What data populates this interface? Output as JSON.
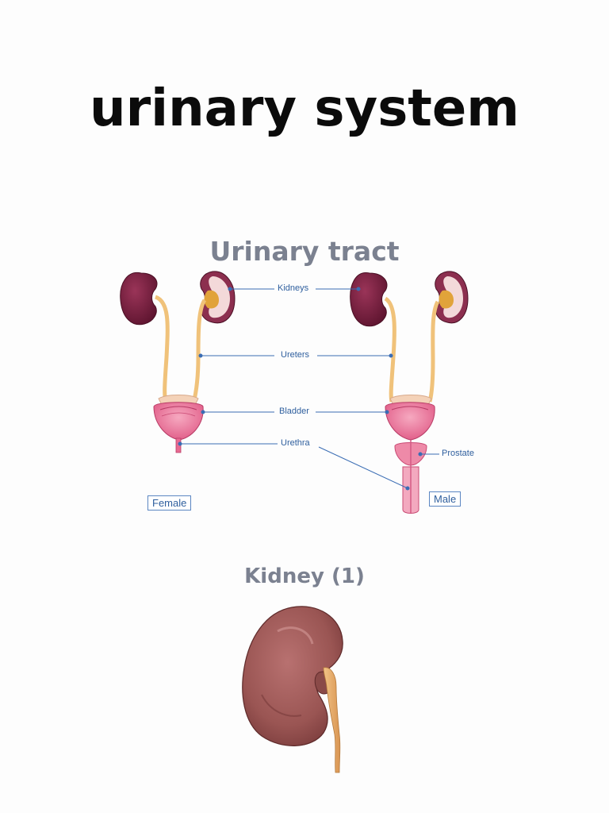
{
  "page": {
    "title": "urinary system"
  },
  "urinary_tract": {
    "title": "Urinary tract",
    "labels": {
      "kidneys": "Kidneys",
      "ureters": "Ureters",
      "bladder": "Bladder",
      "urethra": "Urethra",
      "prostate": "Prostate",
      "female": "Female",
      "male": "Male"
    },
    "colors": {
      "kidney": "#7a1f3d",
      "ureter": "#f0c27a",
      "bladder": "#e86a92",
      "label_text": "#2f5f9e"
    }
  },
  "kidney_section": {
    "title": "Kidney (1)",
    "colors": {
      "kidney": "#9a5553",
      "ureter": "#e8ae6b"
    }
  }
}
